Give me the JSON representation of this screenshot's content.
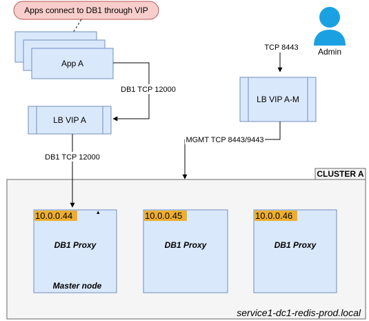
{
  "callout": {
    "text": "Apps connect to DB1 through VIP"
  },
  "app": {
    "label": "App A"
  },
  "lb_vip_a": {
    "label": "LB VIP A"
  },
  "lb_vip_am": {
    "label": "LB VIP A-M"
  },
  "admin": {
    "label": "Admin"
  },
  "edges": {
    "app_to_lb": "DB1 TCP 12000",
    "lb_to_cluster": "DB1 TCP 12000",
    "admin_to_lb": "TCP 8443",
    "mgmt": "MGMT TCP 8443/9443"
  },
  "cluster": {
    "title": "CLUSTER A",
    "fqdn": "service1-dc1-redis-prod.local",
    "nodes": [
      {
        "ip": "10.0.0.44",
        "name": "DB1 Proxy",
        "role": "Master node"
      },
      {
        "ip": "10.0.0.45",
        "name": "DB1 Proxy"
      },
      {
        "ip": "10.0.0.46",
        "name": "DB1 Proxy"
      }
    ]
  },
  "colors": {
    "box_fill": "#dae8fc",
    "box_stroke": "#6c8ebf",
    "callout_fill": "#f8cecc",
    "callout_stroke": "#b85450",
    "cluster_fill": "#f5f5f5",
    "ip_highlight": "#f0a30a",
    "admin_icon": "#1ba1e2"
  }
}
